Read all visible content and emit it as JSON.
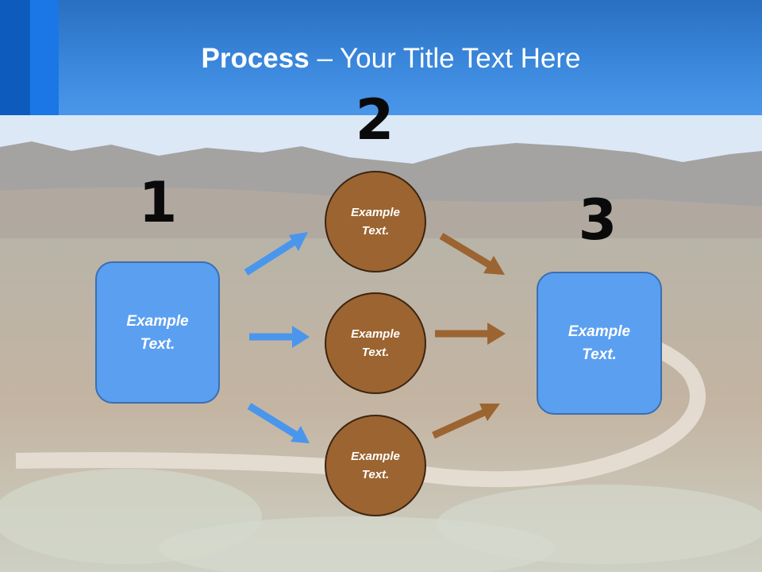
{
  "title": {
    "bold": "Process",
    "separator": " – ",
    "rest": "Your Title Text Here"
  },
  "steps": {
    "n1": "1",
    "n2": "2",
    "n3": "3"
  },
  "left_box": {
    "line1": "Example",
    "line2": "Text."
  },
  "circles": [
    {
      "line1": "Example",
      "line2": "Text."
    },
    {
      "line1": "Example",
      "line2": "Text."
    },
    {
      "line1": "Example",
      "line2": "Text."
    }
  ],
  "right_box": {
    "line1": "Example",
    "line2": "Text."
  },
  "colors": {
    "header": "#3a87dc",
    "box_fill": "#5b9ff0",
    "circle_fill": "#9b6431",
    "blue_arrow": "#4a96ec",
    "brown_arrow": "#9b6431"
  }
}
